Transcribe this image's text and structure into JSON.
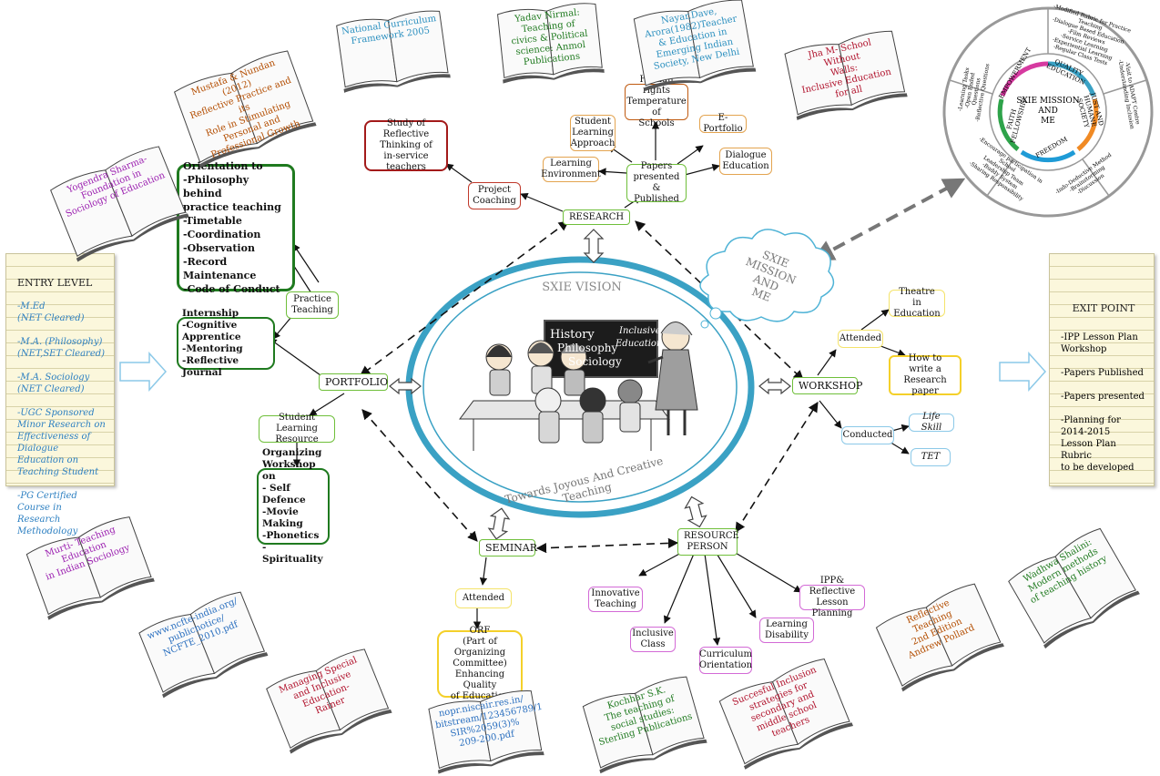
{
  "center": {
    "vision_title": "SXIE VISION",
    "board_words": [
      "History",
      "Philosophy",
      "Sociology",
      "Inclusive",
      "Education"
    ],
    "tagline": "Towards Joyous And Creative Teaching"
  },
  "cloud": {
    "text": "SXIE MISSION\nAND\nME"
  },
  "hubs": {
    "research": "RESEARCH",
    "portfolio": "PORTFOLIO",
    "workshop": "WORKSHOP",
    "seminar": "SEMINAR",
    "resource": "RESOURCE\nPERSON"
  },
  "research_nodes": {
    "project_coaching": "Project\nCoaching",
    "study": "Study of\nReflective Thinking of\nin-service\nteachers",
    "papers": "Papers\npresented &\nPublished",
    "learning_env": "Learning\nEnvironment",
    "student_learning": "Student\nLearning\nApproach",
    "human_rights": "Human rights\nTemperature of\nSchools",
    "eportfolio": "E-Portfolio",
    "dialogue": "Dialogue\nEducation"
  },
  "portfolio_nodes": {
    "practice": "Practice\nTeaching",
    "orientation": "Orientation to\n-Philosophy behind\npractice teaching\n-Timetable\n-Coordination\n-Observation\n-Record Maintenance\n-Code of Conduct",
    "internship": "Internship\n-Cognitive Apprentice\n-Mentoring\n-Reflective Journal",
    "slr": "Student Learning\nResource",
    "organizing": "Organizing\nWorkshop on\n- Self Defence\n-Movie Making\n-Phonetics\n-Spirituality"
  },
  "workshop_nodes": {
    "attended": "Attended",
    "theatre": "Theatre in\nEducation",
    "howto": "How to\nwrite a\nResearch paper",
    "conducted": "Conducted",
    "lifeskill": "Life Skill",
    "tet": "TET"
  },
  "seminar_nodes": {
    "attended": "Attended",
    "orf": "ORF\n(Part of Organizing\nCommittee)\nEnhancing Quality\nof Education"
  },
  "resource_nodes": {
    "innovative": "Innovative\nTeaching",
    "inclusive": "Inclusive\nClass",
    "curriculum": "Curriculum\nOrientation",
    "learning_dis": "Learning\nDisability",
    "ipp": "IPP& Reflective\nLesson Planning"
  },
  "entry_note": {
    "title": "ENTRY LEVEL",
    "items": "-M.Ed\n(NET Cleared)\n\n-M.A. (Philosophy)\n(NET,SET Cleared)\n\n-M.A. Sociology\n(NET Cleared)\n\n-UGC Sponsored\nMinor Research on\nEffectiveness of\nDialogue Education on\nTeaching Student\n\n-PG Certified\nCourse in\nResearch\nMethodology"
  },
  "exit_note": {
    "title": "EXIT POINT",
    "items": "-IPP Lesson Plan\nWorkshop\n\n-Papers Published\n\n-Papers presented\n\n-Planning for 2014-2015\nLesson Plan Rubric\nto be developed"
  },
  "wheel": {
    "center": "SXIE MISSION\nAND\nME",
    "segments": [
      "QUALITY\nEDUCATION",
      "JUST AND\nHUMANE\nSOCIETY",
      "FREEDOM",
      "FAITH\nFELLOWSHIP",
      "EMPOWERMENT"
    ],
    "outer": [
      "-Modified Rubric for Practice Teaching\n-Dialogue Based Education\n-Film Reviews\n-Service Learning\n-Experiential Learning\n-Regular Class Tests",
      "-Visit to ADAPT Centre\n-Understanding Inclusion",
      "-Indo-Deductive Method\n-Brainstorming\n-Discussion",
      "-Encourage participation in School\nLeadership Team\n-Buddy System\n-Sharing Responsibility",
      "-Learning Tasks\n-Open Ended Questions\n-Reflective Questions"
    ]
  },
  "books": [
    {
      "text": "National Curriculum\nFramework 2005",
      "color": "#2a8fbf"
    },
    {
      "text": "Yadav Nirmal:\nTeaching of\ncivics & Political\nscience: Anmol\nPublications",
      "color": "#1f7a1f"
    },
    {
      "text": "Nayar,Dave,\nArora(1982)Teacher\n& Education in\nEmerging Indian\nSociety, New Delhi",
      "color": "#2a8fbf"
    },
    {
      "text": "Jha M- School Without\nWalls:\nInclusive Education for all",
      "color": "#b0112b"
    },
    {
      "text": "Mustafa & Nundan (2012)\nReflective Practice and its\nRole in Stimulating\nPersonal and\nProfessional Growth",
      "color": "#b34d00"
    },
    {
      "text": "Yogendra Sharma-\nFoundation in\nSociology of Education",
      "color": "#9b1fb0"
    },
    {
      "text": "Murti- Teaching\nEducation\nin Indian Sociology",
      "color": "#9b1fb0"
    },
    {
      "text": "www.ncfte-india.org/\npublicnotice/\nNCFTE_2010.pdf",
      "color": "#2a6fbf"
    },
    {
      "text": "Managing Special\nand Inclusive\nEducation-\nRainer",
      "color": "#b0112b"
    },
    {
      "text": "nopr.niscair.res.in/\nbitstream/123456789/1\nSIR%2059(3)%\n209-200.pdf",
      "color": "#2a6fbf"
    },
    {
      "text": "Kochhar S.K.\nThe teaching of\nsocial studies:\nSterling Publications",
      "color": "#1f7a1f"
    },
    {
      "text": "Succesful Inclusion\nstrategies for\nsecondary and\nmiddle school\nteachers",
      "color": "#b0112b"
    },
    {
      "text": "Reflective\nTeaching\n2nd Edition\nAndrew Pollard",
      "color": "#b34d00"
    },
    {
      "text": "Wadhwa Shalini:\nModern methods\nof teaching history",
      "color": "#1f7a1f"
    }
  ]
}
